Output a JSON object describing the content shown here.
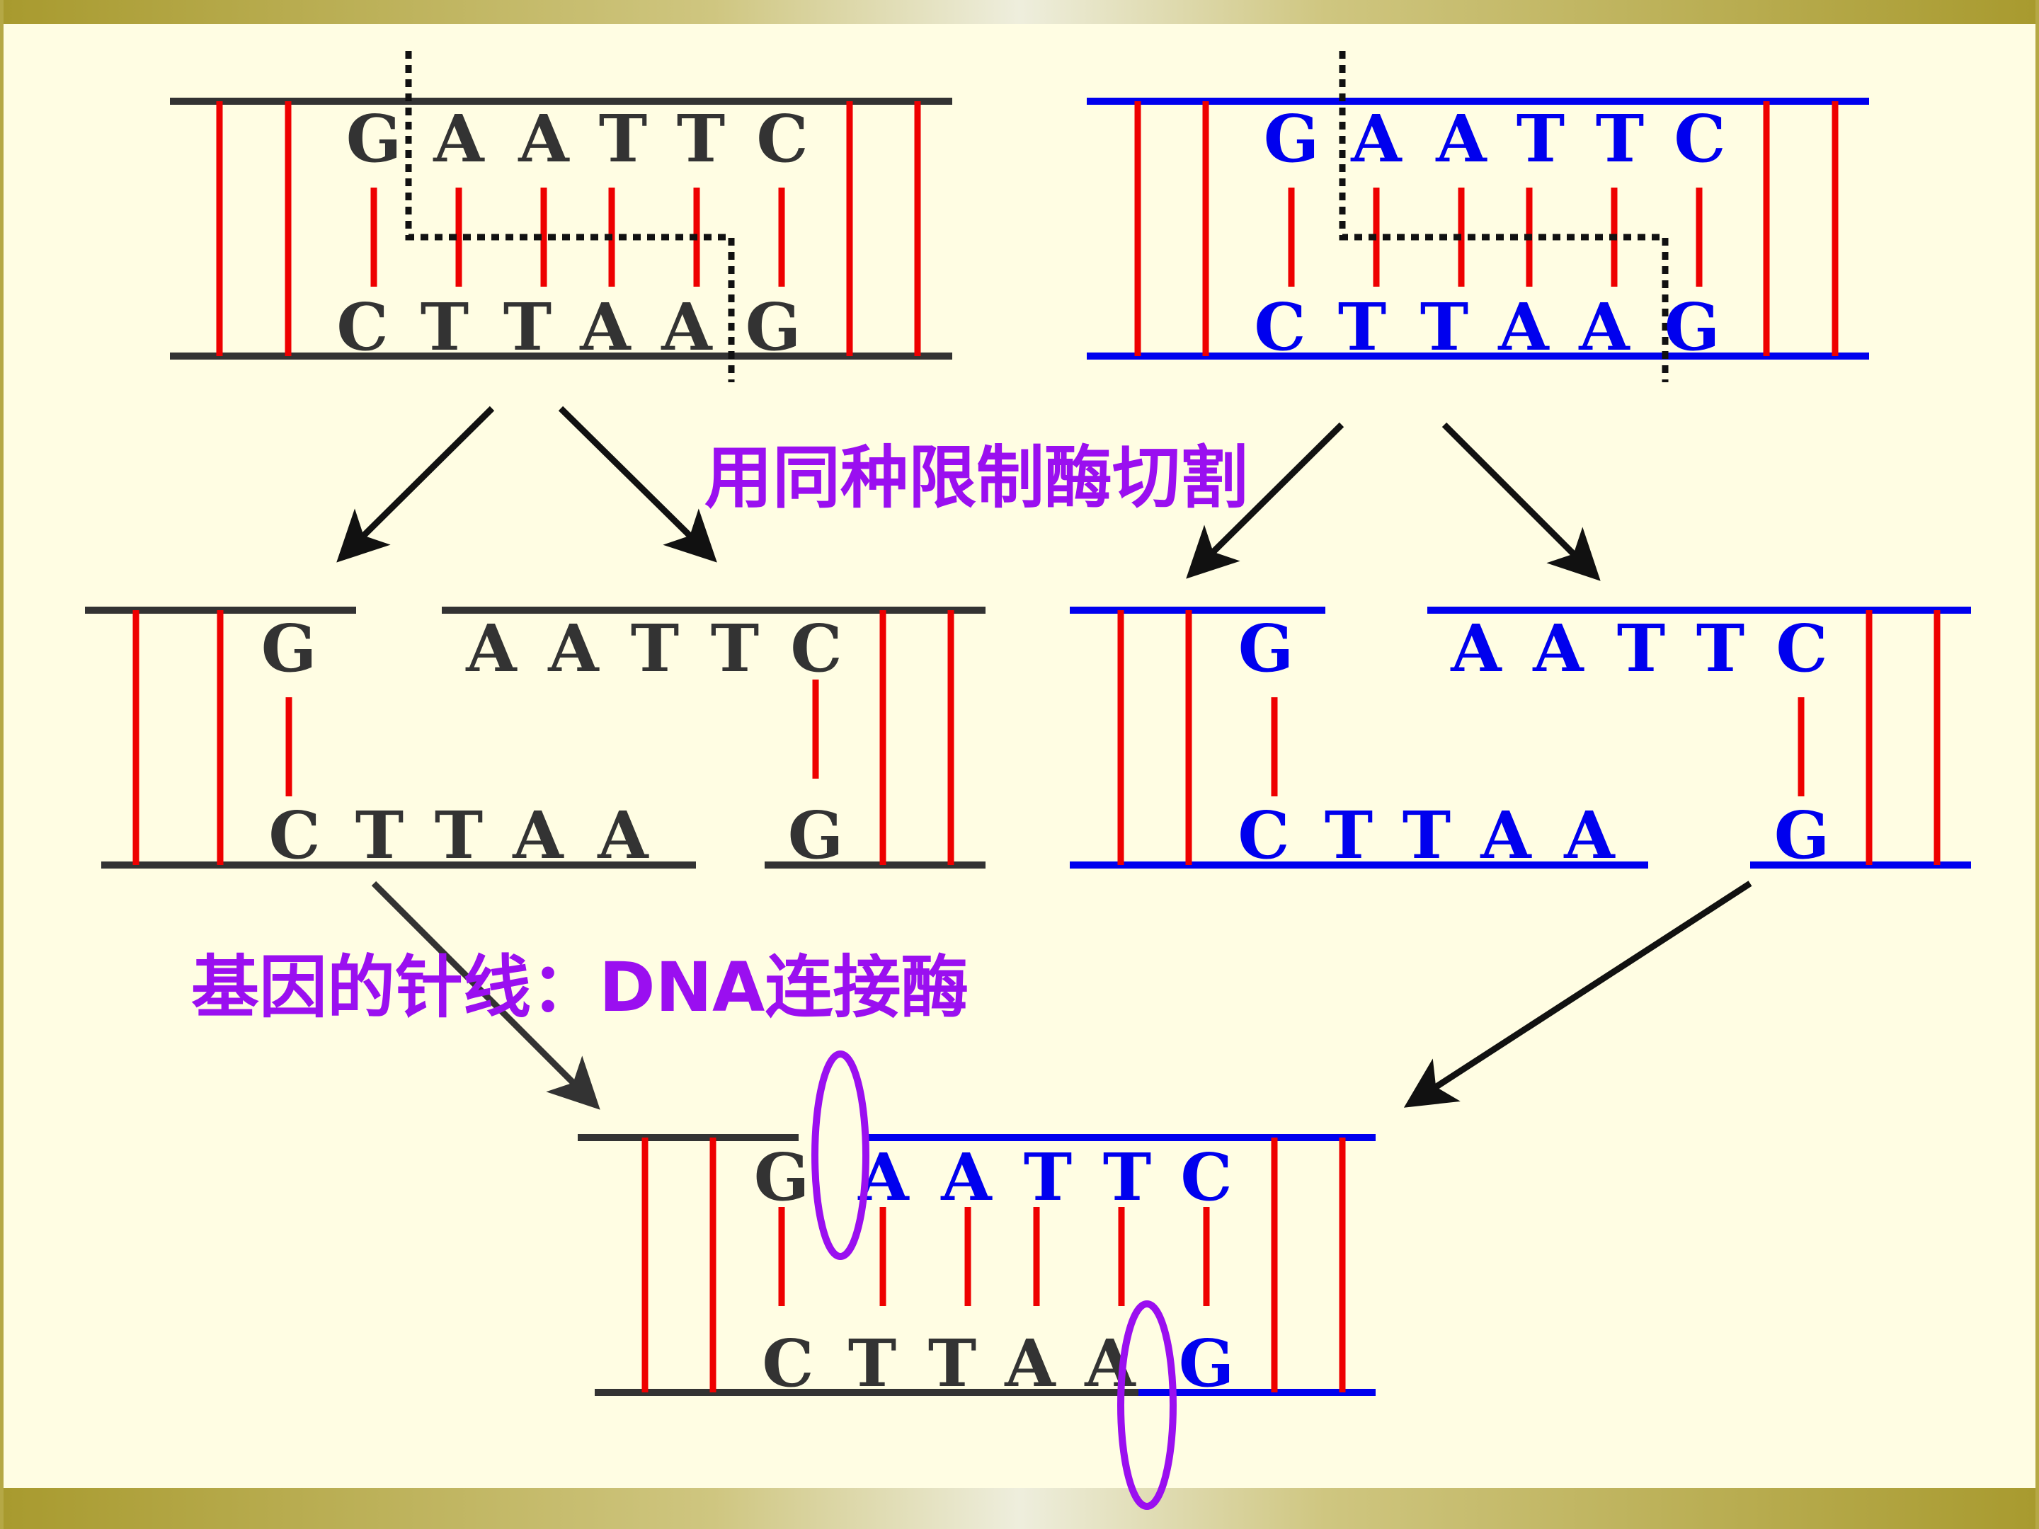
{
  "colors": {
    "strand_gray": "#333333",
    "strand_blue": "#0000ee",
    "bond_red": "#ee0000",
    "caption_purple": "#9a0ff0",
    "arrow_black": "#111111",
    "band_gold": "#b5a845",
    "background": "#fffde3"
  },
  "captions": {
    "cut": "用同种限制酶切割",
    "ligate": "基因的针线：DNA连接酶"
  },
  "dna_a": {
    "top_bases": [
      "G",
      "A",
      "A",
      "T",
      "T",
      "C"
    ],
    "bottom_bases": [
      "C",
      "T",
      "T",
      "A",
      "A",
      "G"
    ]
  },
  "dna_b": {
    "top_bases": [
      "G",
      "A",
      "A",
      "T",
      "T",
      "C"
    ],
    "bottom_bases": [
      "C",
      "T",
      "T",
      "A",
      "A",
      "G"
    ]
  },
  "frag_a_left": {
    "top_bases": [
      "G"
    ],
    "bottom_bases": [
      "C",
      "T",
      "T",
      "A",
      "A"
    ]
  },
  "frag_a_right": {
    "top_bases": [
      "A",
      "A",
      "T",
      "T",
      "C"
    ],
    "bottom_bases": [
      "G"
    ]
  },
  "frag_b_left": {
    "top_bases": [
      "G"
    ],
    "bottom_bases": [
      "C",
      "T",
      "T",
      "A",
      "A"
    ]
  },
  "frag_b_right": {
    "top_bases": [
      "A",
      "A",
      "T",
      "T",
      "C"
    ],
    "bottom_bases": [
      "G"
    ]
  },
  "recombinant": {
    "top_bases": [
      "G",
      "A",
      "A",
      "T",
      "T",
      "C"
    ],
    "bottom_bases": [
      "C",
      "T",
      "T",
      "A",
      "A",
      "G"
    ]
  }
}
